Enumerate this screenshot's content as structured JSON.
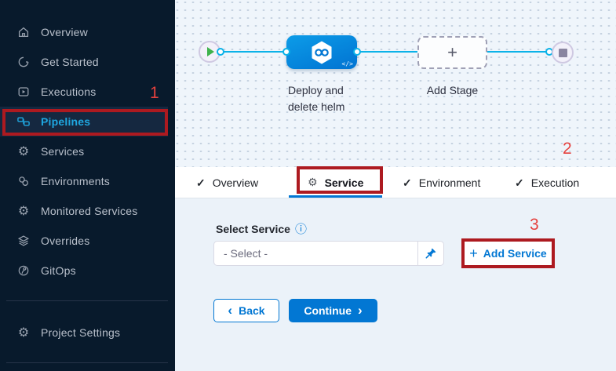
{
  "colors": {
    "sidebar_bg": "#081a2c",
    "accent_blue": "#0277d3",
    "flow_cyan": "#0bb2e8",
    "active_cyan": "#1fa7e0",
    "annotation_box_red": "#ad1a20",
    "annotation_num_red": "#e5413e",
    "stage_node_blue": "#0389dd"
  },
  "icons": {
    "check": "✓",
    "gear": "⚙",
    "info": "ⓘ",
    "plus": "+",
    "back_chevron": "‹",
    "forward_chevron": "›",
    "code": "</>"
  },
  "sidebar": {
    "items": [
      {
        "label": "Overview",
        "icon": "home-icon",
        "active": false
      },
      {
        "label": "Get Started",
        "icon": "get-started-icon",
        "active": false
      },
      {
        "label": "Executions",
        "icon": "executions-icon",
        "active": false
      },
      {
        "label": "Pipelines",
        "icon": "pipelines-icon",
        "active": true
      },
      {
        "label": "Services",
        "icon": "gear-icon",
        "active": false
      },
      {
        "label": "Environments",
        "icon": "environments-icon",
        "active": false
      },
      {
        "label": "Monitored Services",
        "icon": "monitored-services-icon",
        "active": false
      },
      {
        "label": "Overrides",
        "icon": "layers-icon",
        "active": false
      },
      {
        "label": "GitOps",
        "icon": "gitops-icon",
        "active": false
      }
    ],
    "footer_item": {
      "label": "Project Settings",
      "icon": "gear-icon"
    }
  },
  "canvas": {
    "stage": {
      "title_line1": "Deploy and",
      "title_line2": "delete helm"
    },
    "add_stage_label": "Add Stage"
  },
  "tabs": [
    {
      "label": "Overview",
      "icon": "check",
      "active": false
    },
    {
      "label": "Service",
      "icon": "gear",
      "active": true
    },
    {
      "label": "Environment",
      "icon": "check",
      "active": false
    },
    {
      "label": "Execution",
      "icon": "check",
      "active": false
    }
  ],
  "form": {
    "select_service_label": "Select Service",
    "select_placeholder": "- Select -",
    "add_service_label": "Add Service",
    "back_label": "Back",
    "continue_label": "Continue"
  },
  "annotations": {
    "step1": "1",
    "step2": "2",
    "step3": "3"
  }
}
